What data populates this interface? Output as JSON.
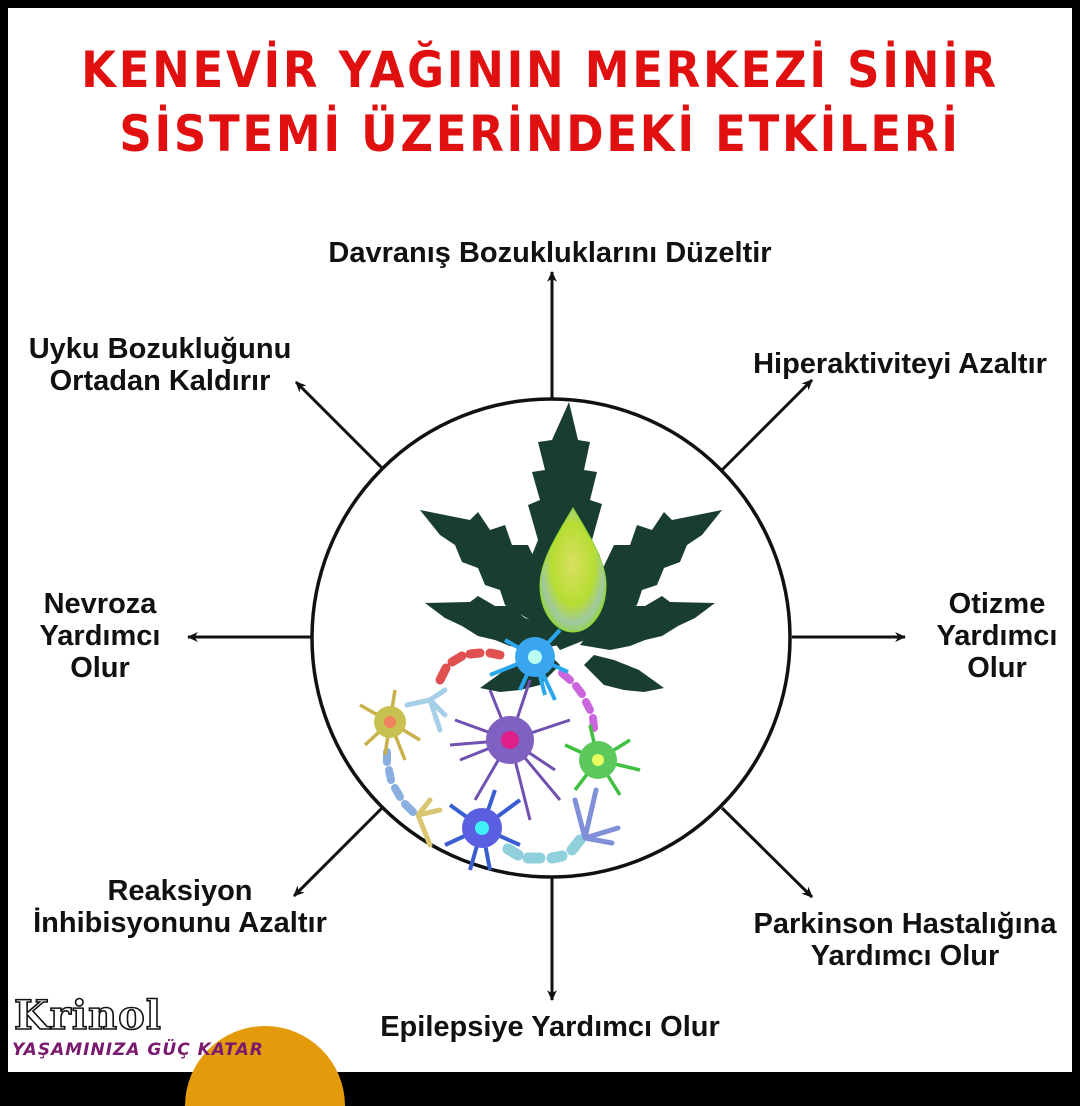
{
  "title": {
    "line1": "KENEVİR YAĞININ MERKEZİ SİNİR",
    "line2": "SİSTEMİ ÜZERİNDEKİ ETKİLERİ",
    "color": "#e01010"
  },
  "center": {
    "illustration": "cannabis-leaf-with-oil-drop-and-neurons",
    "leaf_color": "#1a3d32",
    "drop_color": "#b5e02a"
  },
  "effects": {
    "top": {
      "line1": "Davranış Bozukluklarını Düzeltir"
    },
    "top_right": {
      "line1": "Hiperaktiviteyi Azaltır"
    },
    "right": {
      "line1": "Otizme",
      "line2": "Yardımcı",
      "line3": "Olur"
    },
    "bottom_right": {
      "line1": "Parkinson Hastalığına",
      "line2": "Yardımcı Olur"
    },
    "bottom": {
      "line1": "Epilepsiye Yardımcı Olur"
    },
    "bottom_left": {
      "line1": "Reaksiyon",
      "line2": "İnhibisyonunu Azaltır"
    },
    "left": {
      "line1": "Nevroza",
      "line2": "Yardımcı",
      "line3": "Olur"
    },
    "top_left": {
      "line1": "Uyku Bozukluğunu",
      "line2": "Ortadan Kaldırır"
    }
  },
  "logo": {
    "name": "Krinol",
    "tagline": "YAŞAMINIZA GÜÇ KATAR",
    "accent": "#e39b0c",
    "tagline_color": "#7a1a6e"
  }
}
